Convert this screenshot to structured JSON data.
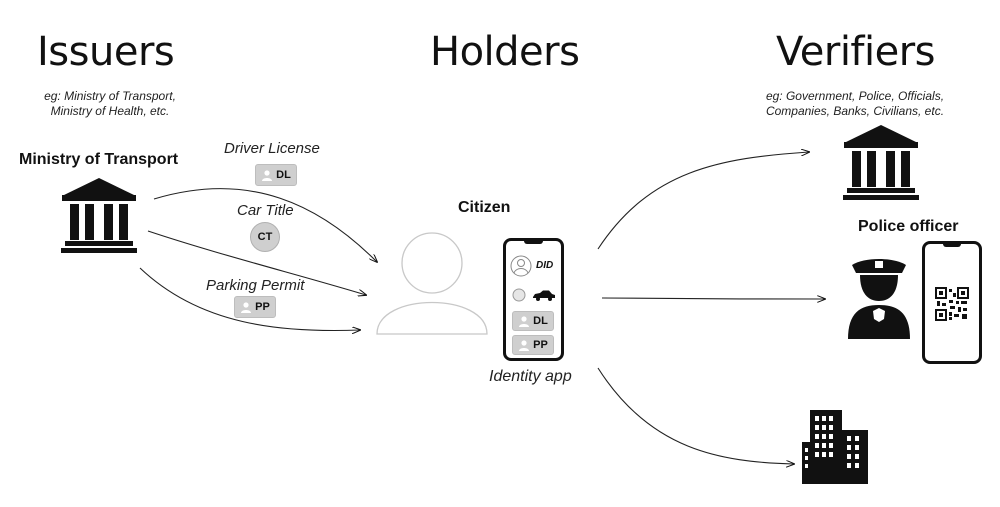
{
  "columns": {
    "issuers": {
      "title": "Issuers",
      "note_line1": "eg: Ministry of Transport,",
      "note_line2": "Ministry of Health, etc."
    },
    "holders": {
      "title": "Holders"
    },
    "verifiers": {
      "title": "Verifiers",
      "note_line1": "eg: Government, Police, Officials,",
      "note_line2": "Companies, Banks, Civilians, etc."
    }
  },
  "issuer": {
    "name": "Ministry of Transport",
    "icon": "government-building-icon"
  },
  "credentials": [
    {
      "label": "Driver License",
      "badge": "DL"
    },
    {
      "label": "Car Title",
      "badge": "CT"
    },
    {
      "label": "Parking Permit",
      "badge": "PP"
    }
  ],
  "holder": {
    "name": "Citizen",
    "icon": "person-silhouette-icon"
  },
  "app": {
    "caption": "Identity app",
    "did_label": "DID",
    "badges": [
      "DL",
      "PP"
    ]
  },
  "verifiers_list": {
    "police_label": "Police officer",
    "icons": [
      "government-building-icon",
      "police-officer-icon",
      "qr-code-phone-icon",
      "office-buildings-icon"
    ]
  },
  "colors": {
    "ink": "#111111",
    "badge": "#cfcfcf",
    "outline": "#c8c8c8"
  }
}
